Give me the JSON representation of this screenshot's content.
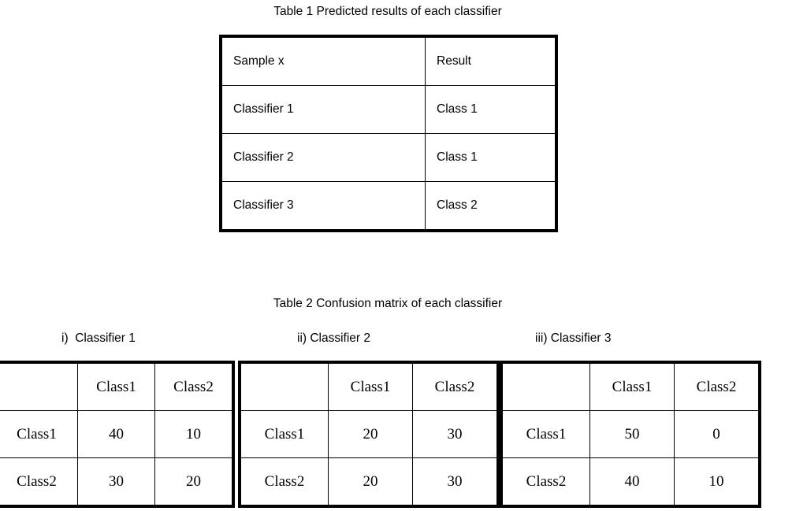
{
  "document": {
    "table1": {
      "title": "Table 1 Predicted results of each classifier",
      "columns": [
        "Sample x",
        "Result"
      ],
      "rows": [
        {
          "sample": "Classifier 1",
          "result": "Class 1"
        },
        {
          "sample": "Classifier 2",
          "result": "Class 1"
        },
        {
          "sample": "Classifier 3",
          "result": "Class 2"
        }
      ]
    },
    "table2": {
      "title": "Table 2 Confusion matrix of each classifier",
      "matrices": [
        {
          "caption": "i)  Classifier 1",
          "corner": "",
          "col_headers": [
            "Class1",
            "Class2"
          ],
          "row_headers": [
            "Class1",
            "Class2"
          ],
          "values": [
            [
              "40",
              "10"
            ],
            [
              "30",
              "20"
            ]
          ]
        },
        {
          "caption": "ii) Classifier 2",
          "corner": "",
          "col_headers": [
            "Class1",
            "Class2"
          ],
          "row_headers": [
            "Class1",
            "Class2"
          ],
          "values": [
            [
              "20",
              "30"
            ],
            [
              "20",
              "30"
            ]
          ]
        },
        {
          "caption": "iii) Classifier 3",
          "corner": "",
          "col_headers": [
            "Class1",
            "Class2"
          ],
          "row_headers": [
            "Class1",
            "Class2"
          ],
          "values": [
            [
              "50",
              "0"
            ],
            [
              "40",
              "10"
            ]
          ]
        }
      ]
    }
  },
  "colors": {
    "background": "#ffffff",
    "text": "#000000",
    "border": "#000000"
  }
}
